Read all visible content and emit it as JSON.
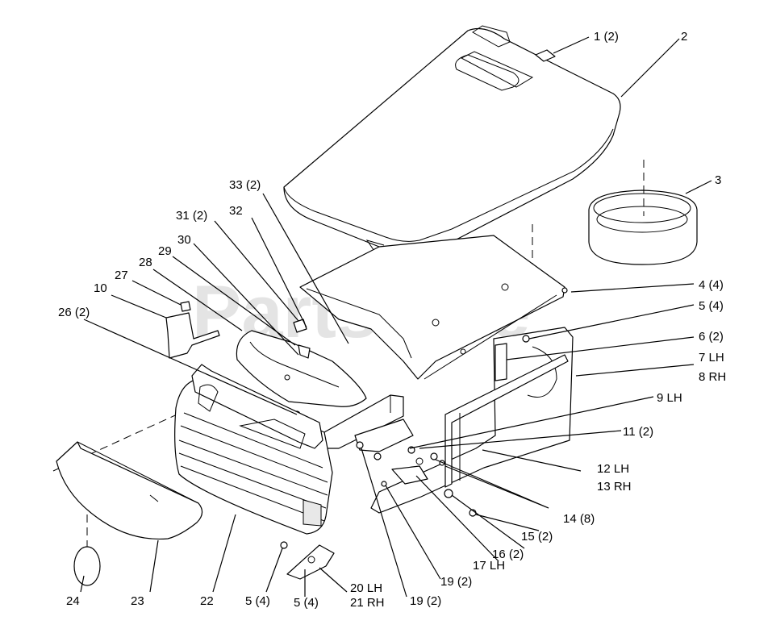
{
  "watermark": "PartsTree",
  "callouts": [
    {
      "id": "c1",
      "text": "1 (2)"
    },
    {
      "id": "c2",
      "text": "2"
    },
    {
      "id": "c3",
      "text": "3"
    },
    {
      "id": "c4",
      "text": "4 (4)"
    },
    {
      "id": "c5a",
      "text": "5 (4)"
    },
    {
      "id": "c6",
      "text": "6 (2)"
    },
    {
      "id": "c7",
      "text": "7 LH"
    },
    {
      "id": "c8",
      "text": "8 RH"
    },
    {
      "id": "c9",
      "text": "9 LH"
    },
    {
      "id": "c10",
      "text": "10"
    },
    {
      "id": "c11",
      "text": "11 (2)"
    },
    {
      "id": "c12",
      "text": "12 LH"
    },
    {
      "id": "c13",
      "text": "13 RH"
    },
    {
      "id": "c14",
      "text": "14 (8)"
    },
    {
      "id": "c15",
      "text": "15 (2)"
    },
    {
      "id": "c16",
      "text": "16 (2)"
    },
    {
      "id": "c17",
      "text": "17 LH"
    },
    {
      "id": "c19a",
      "text": "19 (2)"
    },
    {
      "id": "c19b",
      "text": "19 (2)"
    },
    {
      "id": "c20",
      "text": "20 LH"
    },
    {
      "id": "c21",
      "text": "21 RH"
    },
    {
      "id": "c22",
      "text": "22"
    },
    {
      "id": "c23",
      "text": "23"
    },
    {
      "id": "c24",
      "text": "24"
    },
    {
      "id": "c5b",
      "text": "5 (4)"
    },
    {
      "id": "c5c",
      "text": "5 (4)"
    },
    {
      "id": "c26",
      "text": "26 (2)"
    },
    {
      "id": "c27",
      "text": "27"
    },
    {
      "id": "c28",
      "text": "28"
    },
    {
      "id": "c29",
      "text": "29"
    },
    {
      "id": "c30",
      "text": "30"
    },
    {
      "id": "c31",
      "text": "31 (2)"
    },
    {
      "id": "c32",
      "text": "32"
    },
    {
      "id": "c33",
      "text": "33 (2)"
    }
  ]
}
